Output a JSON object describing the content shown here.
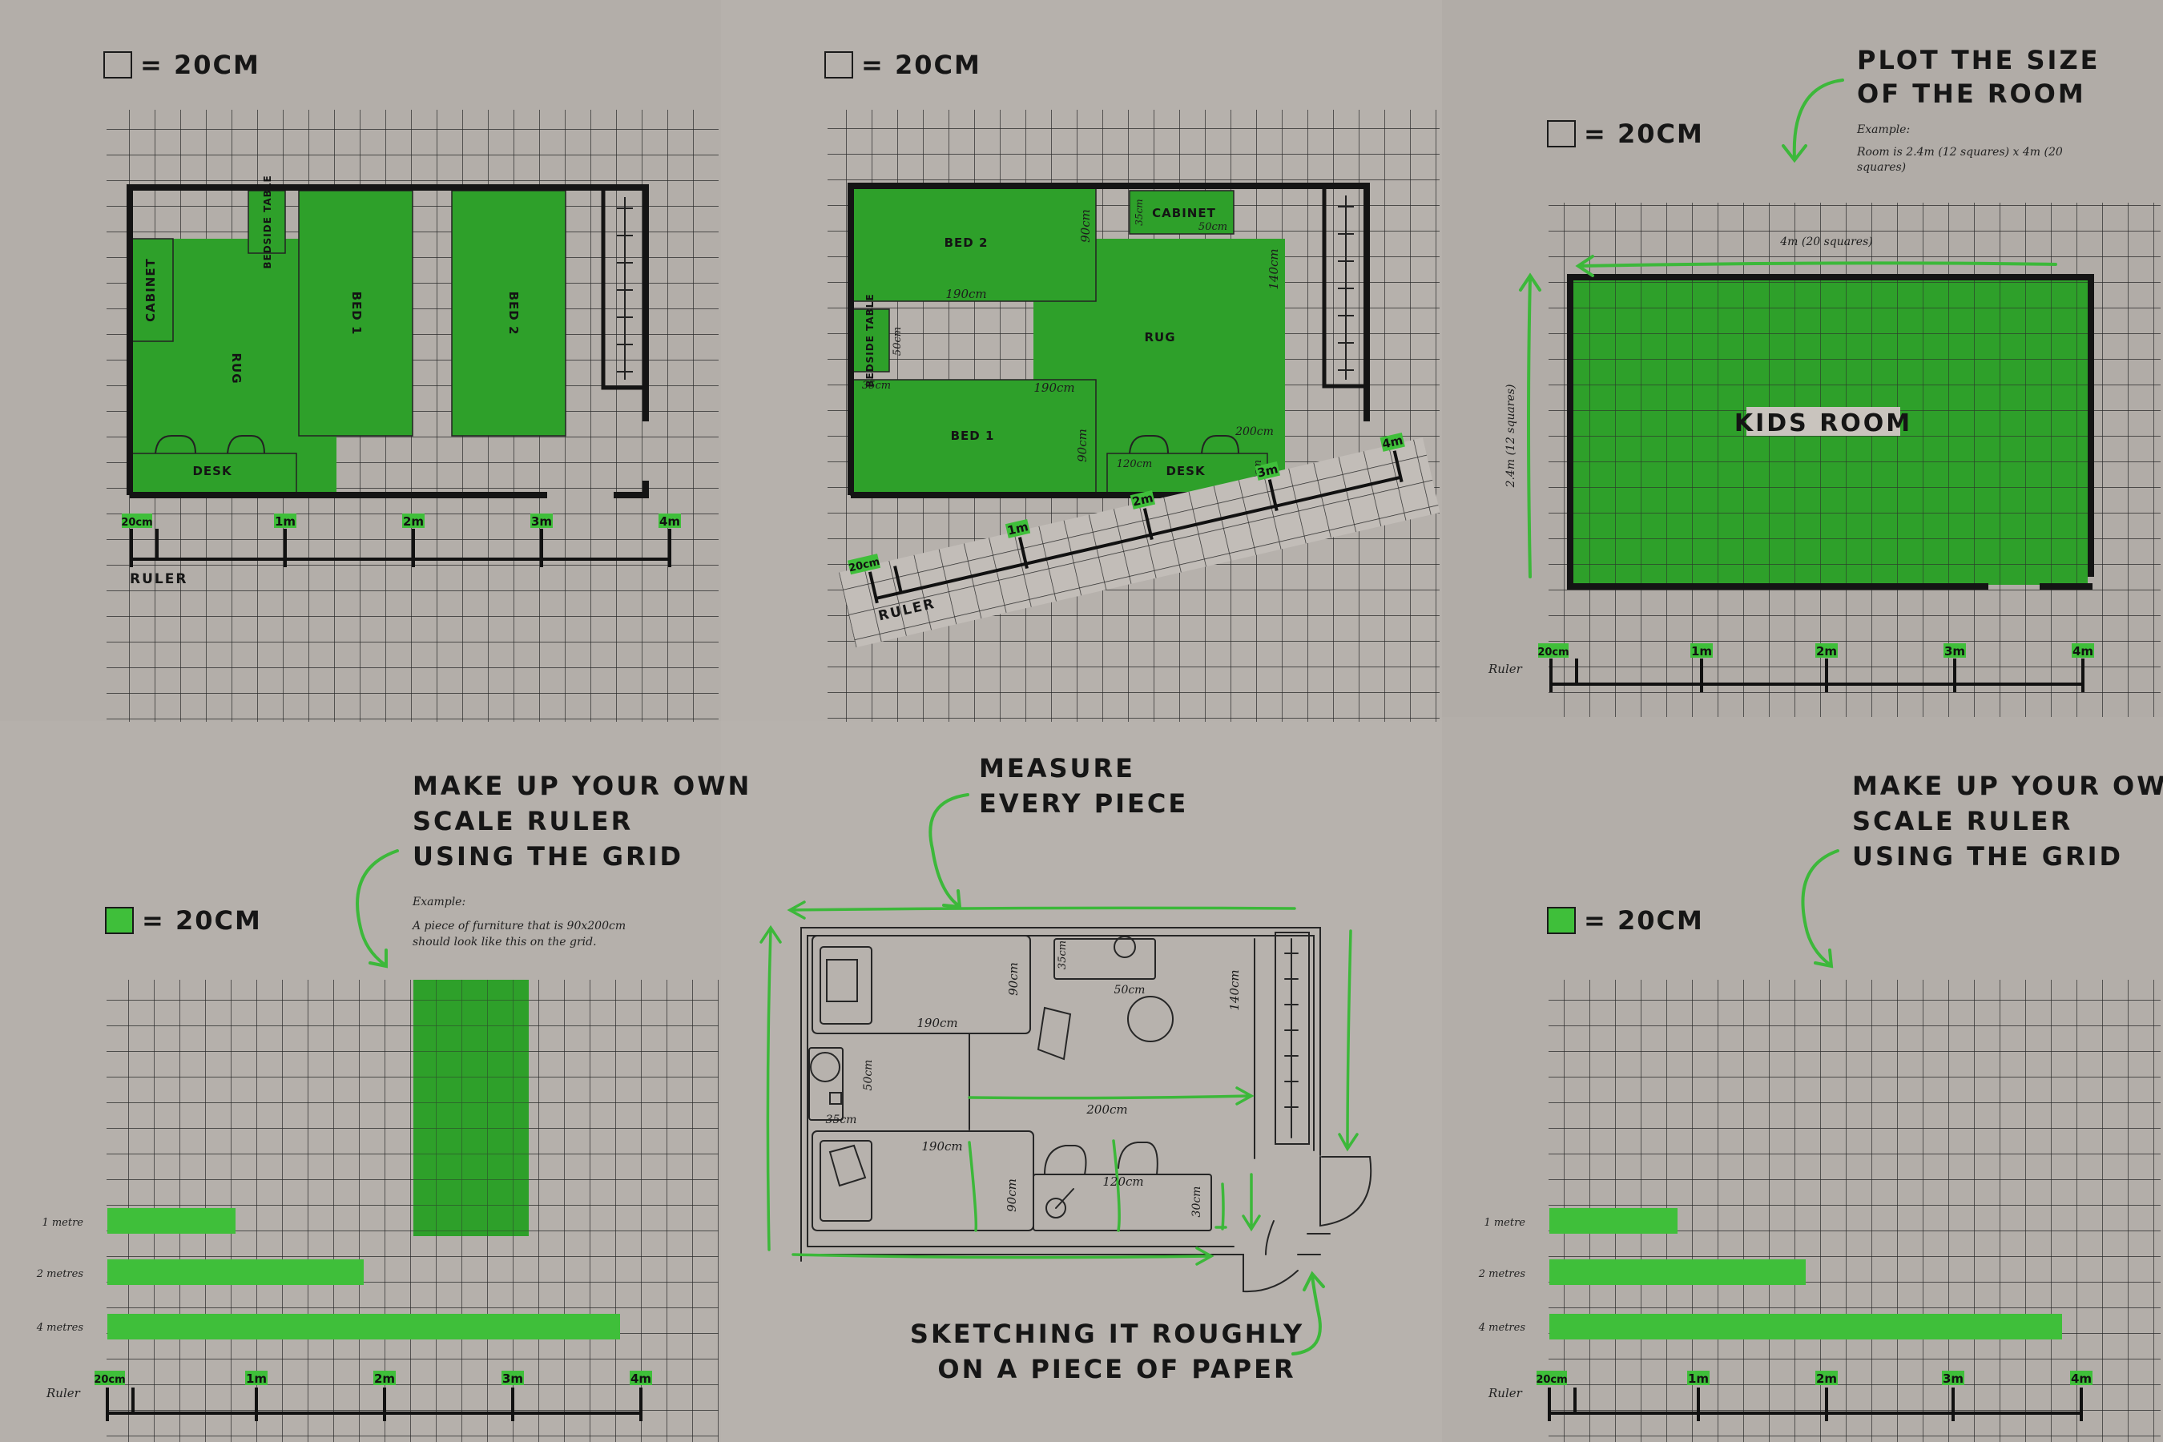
{
  "colors": {
    "paper": "#b4afaa",
    "green": "#2ea02a",
    "line": "#1a1a1a",
    "bright_green": "#3fbf3a"
  },
  "scale_key": "= 20CM",
  "panel1": {
    "furniture": {
      "cabinet": "CABINET",
      "bedside": "BEDSIDE TABLE",
      "rug": "RUG",
      "bed1": "BED 1",
      "bed2": "BED 2",
      "desk": "DESK"
    },
    "ticks": [
      "20cm",
      "1m",
      "2m",
      "3m",
      "4m"
    ],
    "ruler": "RULER"
  },
  "panel2": {
    "furniture": {
      "cabinet": "CABINET",
      "bedside": "BEDSIDE TABLE",
      "rug": "RUG",
      "bed1": "BED 1",
      "bed2": "BED 2",
      "desk": "DESK"
    },
    "dims": {
      "d90a": "90cm",
      "d35a": "35cm",
      "d50a": "50cm",
      "d140": "140cm",
      "d190a": "190cm",
      "d50b": "50cm",
      "d35b": "35cm",
      "d190b": "190cm",
      "d90b": "90cm",
      "d200": "200cm",
      "d120": "120cm",
      "d30": "30cm"
    },
    "ticks": [
      "20cm",
      "1m",
      "2m",
      "3m",
      "4m"
    ],
    "ruler": "RULER"
  },
  "panel3": {
    "heading": [
      "PLOT THE SIZE",
      "OF THE ROOM"
    ],
    "example_label": "Example:",
    "example_text": [
      "Room is 2.4m (12 squares) x 4m (20",
      "squares)"
    ],
    "width_label": "4m (20 squares)",
    "height_label": "2.4m (12 squares)",
    "room_name": "KIDS ROOM",
    "ticks": [
      "20cm",
      "1m",
      "2m",
      "3m",
      "4m"
    ],
    "ruler": "Ruler"
  },
  "panel4": {
    "heading": [
      "MAKE UP YOUR OWN",
      "SCALE RULER",
      "USING THE GRID"
    ],
    "example_label": "Example:",
    "example_text": [
      "A piece of furniture that is 90x200cm",
      "should look like this on the grid."
    ],
    "bars": [
      {
        "label": "1 metre",
        "metres": 1
      },
      {
        "label": "2 metres",
        "metres": 2
      },
      {
        "label": "4 metres",
        "metres": 4
      }
    ],
    "ticks": [
      "20cm",
      "1m",
      "2m",
      "3m",
      "4m"
    ],
    "ruler": "Ruler"
  },
  "panel5": {
    "heading": [
      "MEASURE",
      "EVERY PIECE"
    ],
    "footer": [
      "SKETCHING IT ROUGHLY",
      "ON A PIECE OF PAPER"
    ],
    "dims": {
      "d190a": "190cm",
      "d90a": "90cm",
      "d35": "35cm",
      "d50a": "50cm",
      "d140": "140cm",
      "d50b": "50cm",
      "d35b": "35cm",
      "d200": "200cm",
      "d190b": "190cm",
      "d90b": "90cm",
      "d120": "120cm",
      "d30": "30cm"
    }
  },
  "panel6": {
    "heading": [
      "MAKE UP YOUR OWN",
      "SCALE RULER",
      "USING THE GRID"
    ],
    "bars": [
      {
        "label": "1 metre",
        "metres": 1
      },
      {
        "label": "2 metres",
        "metres": 2
      },
      {
        "label": "4 metres",
        "metres": 4
      }
    ],
    "ticks": [
      "20cm",
      "1m",
      "2m",
      "3m",
      "4m"
    ],
    "ruler": "Ruler"
  }
}
